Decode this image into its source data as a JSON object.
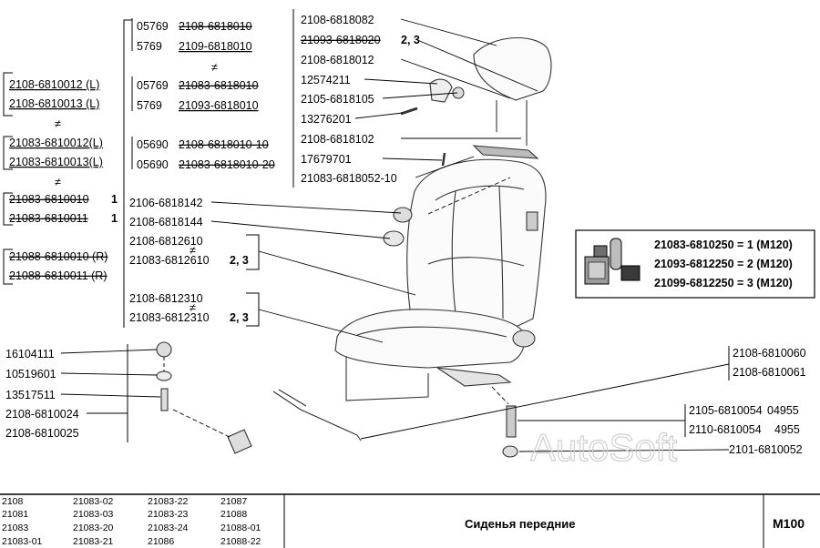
{
  "left_groups": [
    {
      "lines": [
        {
          "text": "2108-6810012 (L)",
          "style": "under"
        },
        {
          "text": "2108-6810013 (L)",
          "style": "under"
        }
      ]
    },
    {
      "lines": [
        {
          "text": "21083-6810012(L)",
          "style": "under"
        },
        {
          "text": "21083-6810013(L)",
          "style": "under"
        }
      ]
    },
    {
      "lines": [
        {
          "text": "21083-6810010",
          "style": "strike",
          "suffix": "1"
        },
        {
          "text": "21083-6810011",
          "style": "strike",
          "suffix": "1"
        }
      ]
    },
    {
      "lines": [
        {
          "text": "21088-6810010 (R)",
          "style": "strike"
        },
        {
          "text": "21088-6810011 (R)",
          "style": "strike"
        }
      ]
    }
  ],
  "not_equal": "≠",
  "middle_groups": [
    {
      "lines": [
        {
          "prefix": "05769",
          "text": "2108-6818010",
          "style": "strike"
        },
        {
          "prefix": "5769",
          "text": "2109-6818010",
          "style": "under"
        }
      ]
    },
    {
      "lines": [
        {
          "prefix": "05769",
          "text": "21083-6818010",
          "style": "strike"
        },
        {
          "prefix": "5769",
          "text": "21093-6818010",
          "style": "under"
        }
      ]
    },
    {
      "lines": [
        {
          "prefix": "05690",
          "text": "2108-6818010-10",
          "style": "strike"
        },
        {
          "prefix": "05690",
          "text": "21083-6818010-20",
          "style": "strike"
        }
      ]
    }
  ],
  "headrest_parts": [
    {
      "text": "2108-6818082",
      "suffix": ""
    },
    {
      "text": "21093-6818020",
      "suffix": "2, 3",
      "style": "strike"
    },
    {
      "text": "2108-6818012",
      "suffix": ""
    },
    {
      "text": "12574211",
      "suffix": ""
    },
    {
      "text": "2105-6818105",
      "suffix": ""
    },
    {
      "text": "13276201",
      "suffix": ""
    },
    {
      "text": "2108-6818102",
      "suffix": ""
    },
    {
      "text": "17679701",
      "suffix": ""
    },
    {
      "text": "21083-6818052-10",
      "suffix": ""
    }
  ],
  "seat_parts": [
    {
      "text": "2106-6818142"
    },
    {
      "text": "2108-6818144"
    }
  ],
  "cushion_group": {
    "line1": "2108-6812610",
    "line2": "21083-6812610",
    "suffix": "2, 3"
  },
  "back_group": {
    "line1": "2108-6812310",
    "line2": "21083-6812310",
    "suffix": "2, 3"
  },
  "fastener_parts": [
    {
      "text": "16104111"
    },
    {
      "text": "10519601"
    },
    {
      "text": "13517511"
    },
    {
      "text": "2108-6810024"
    },
    {
      "text": "2108-6810025"
    }
  ],
  "kit_box": {
    "lines": [
      "21083-6810250 = 1 (M120)",
      "21093-6812250 = 2 (M120)",
      "21099-6812250 = 3 (M120)"
    ]
  },
  "right_parts": {
    "rail_group": [
      "2108-6810060",
      "2108-6810061"
    ],
    "bolt_group": [
      {
        "text": "2105-6810054",
        "extra": "04955"
      },
      {
        "text": "2110-6810054",
        "extra": "4955"
      }
    ],
    "washer": "2101-6810052"
  },
  "watermark": "AutoSoft",
  "footer": {
    "models": [
      [
        "2108",
        "21083-02",
        "21083-22",
        "21087"
      ],
      [
        "21081",
        "21083-03",
        "21083-23",
        "21088"
      ],
      [
        "21083",
        "21083-20",
        "21083-24",
        "21088-01"
      ],
      [
        "21083-01",
        "21083-21",
        "21086",
        "21088-22"
      ]
    ],
    "title": "Сиденья передние",
    "code": "M100"
  }
}
